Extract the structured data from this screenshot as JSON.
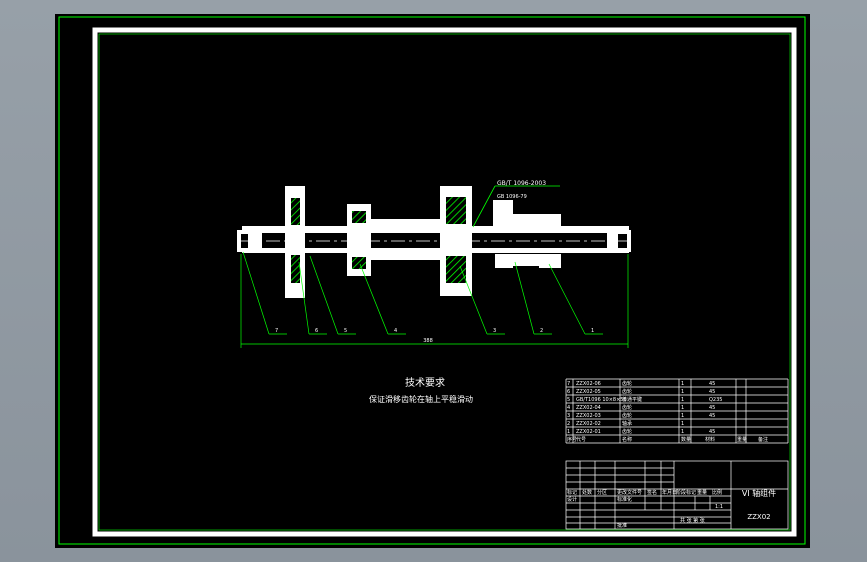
{
  "colors": {
    "border": "#00ff00",
    "frame": "#ffffff",
    "part": "#ffffff",
    "hatch": "#00ff00",
    "leader": "#00ff00",
    "table": "#ffffff",
    "text": "#ffffff"
  },
  "tech_requirements": {
    "title": "技术要求",
    "line1": "保证滑移齿轮在轴上平稳滑动"
  },
  "top_annotation": "GB/T 1096-2003",
  "top_annotation_2": "GB 1096-79",
  "dimension_label": "388",
  "part_callouts": [
    "7",
    "6",
    "5",
    "4",
    "3",
    "2",
    "1"
  ],
  "parts_table": [
    {
      "no": "7",
      "code": "ZZX02-06",
      "name": "齿轮",
      "qty": "1",
      "material": "45"
    },
    {
      "no": "6",
      "code": "ZZX02-05",
      "name": "齿轮",
      "qty": "1",
      "material": "45"
    },
    {
      "no": "5",
      "code": "GB/T1096 10×8×56",
      "name": "普通平键",
      "qty": "1",
      "material": "Q235"
    },
    {
      "no": "4",
      "code": "ZZX02-04",
      "name": "齿轮",
      "qty": "1",
      "material": "45"
    },
    {
      "no": "3",
      "code": "ZZX02-03",
      "name": "齿轮",
      "qty": "1",
      "material": "45"
    },
    {
      "no": "2",
      "code": "ZZX02-02",
      "name": "轴承",
      "qty": "1",
      "material": ""
    },
    {
      "no": "1",
      "code": "ZZX02-01",
      "name": "齿轮",
      "qty": "1",
      "material": "45"
    }
  ],
  "parts_table_header": {
    "no": "序号",
    "code": "代号",
    "name": "名称",
    "qty": "数量",
    "material": "材料",
    "mass": "重量",
    "remark": "备注"
  },
  "title_block": {
    "drawing_name": "VI 轴组件",
    "drawing_number": "ZZX02",
    "label_mark": "标记",
    "label_count": "处数",
    "label_zone": "分区",
    "label_change": "更改文件号",
    "label_sign": "签名",
    "label_date": "年月日",
    "label_designer": "设计",
    "label_standard": "标准化",
    "label_stage": "阶段标记",
    "label_weight": "重量",
    "label_scale": "比例",
    "scale_value": "1:1",
    "label_sheets": "共 张  第 张",
    "label_approve": "批准"
  }
}
